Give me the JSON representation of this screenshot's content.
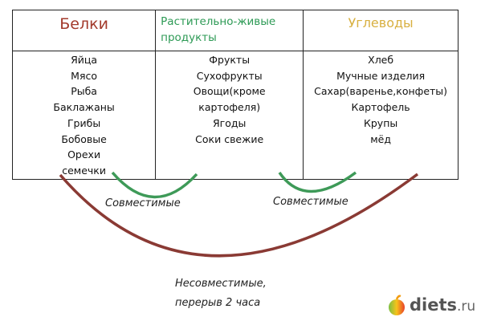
{
  "columns": [
    {
      "header": "Белки",
      "color": "#a33a2c",
      "items": [
        "Яйца",
        "Мясо",
        "Рыба",
        "Баклажаны",
        "Грибы",
        "Бобовые",
        "Орехи",
        "семечки"
      ]
    },
    {
      "header": "Растительно-живые продукты",
      "color": "#2d9a55",
      "items": [
        "Фрукты",
        "Сухофрукты",
        "Овощи(кроме",
        "картофеля)",
        "Ягоды",
        "Соки свежие"
      ]
    },
    {
      "header": "Углеводы",
      "color": "#d8b040",
      "items": [
        "Хлеб",
        "Мучные изделия",
        "Сахар(варенье,конфеты)",
        "Картофель",
        "Крупы",
        "мёд"
      ]
    }
  ],
  "labels": {
    "compatible_1": "Совместимые",
    "compatible_2": "Совместимые",
    "incompatible_1": "Несовместимые,",
    "incompatible_2": "перерыв 2 часа"
  },
  "logo": {
    "name": "diets",
    "tld": ".ru"
  },
  "colors": {
    "compatible": "#3e9a58",
    "incompatible": "#8a3a34"
  }
}
